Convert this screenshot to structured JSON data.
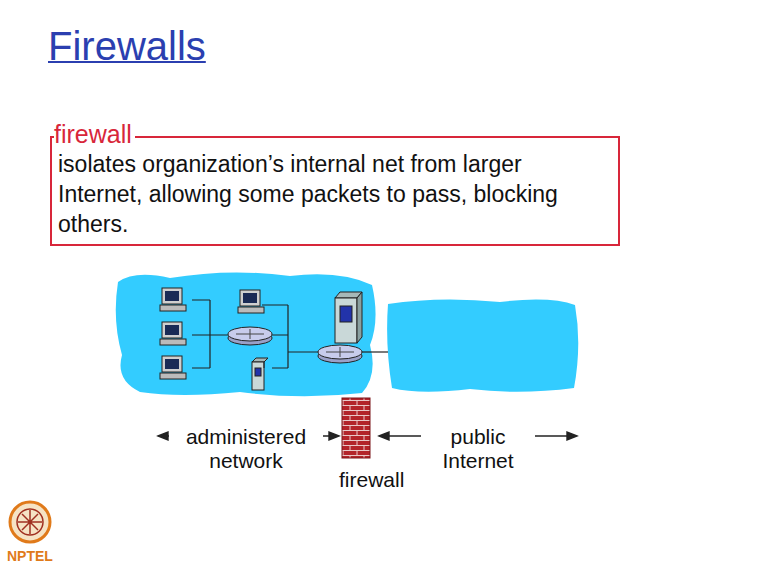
{
  "diagram": {
    "title": "Firewalls",
    "nodes": [
      {
        "text": [
          "firewall",
          "isolates organization’s internal net from larger Internet, allowing some packets to pass, blocking others."
        ]
      }
    ],
    "labels": [
      "administered network",
      "public Internet",
      "firewall",
      "NPTEL"
    ]
  }
}
